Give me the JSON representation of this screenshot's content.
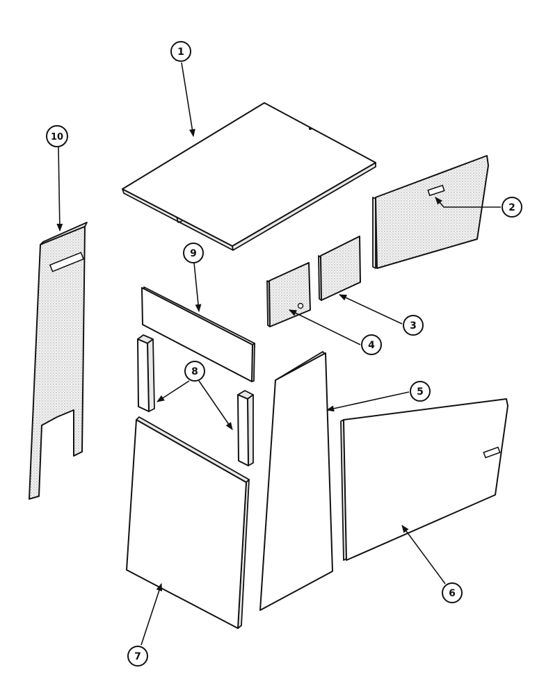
{
  "callouts": {
    "c1": "1",
    "c2": "2",
    "c3": "3",
    "c4": "4",
    "c5": "5",
    "c6": "6",
    "c7": "7",
    "c8": "8",
    "c9": "9",
    "c10": "10"
  },
  "colors": {
    "line": "#111111",
    "paper": "#ffffff",
    "stipple": "#9a9a9a"
  }
}
